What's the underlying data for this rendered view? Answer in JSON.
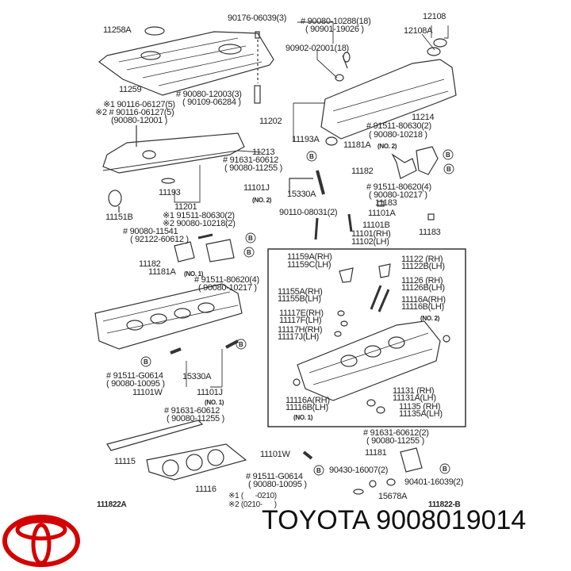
{
  "brand": {
    "name": "TOYOTA",
    "part_number": "9008019014",
    "logo_color": "#d40000"
  },
  "diagram": {
    "codes": {
      "left": "111822A",
      "right": "111822-B"
    },
    "legend": {
      "note1": "※1 (      -0210)",
      "note2": "※2 (0210-      )"
    },
    "labels": [
      "11258A",
      "90176-06039(3)",
      "# 90080-10288(18)",
      "( 90901-19026 )",
      "12108",
      "12108A",
      "90902-02001(18)",
      "11259",
      "# 90080-12003(3)",
      "( 90109-06284 )",
      "※1 90116-06127(5)",
      "※2 # 90116-06127(5)",
      "(90080-12001 )",
      "11202",
      "11214",
      "# 91511-80630(2)",
      "( 90080-10218 )",
      "11193A",
      "11181A",
      "11213",
      "# 91631-60612",
      "( 90080-11255 )",
      "11182",
      "# 91511-80620(4)",
      "( 90080-10217 )",
      "11193",
      "11101J",
      "15330A",
      "11183",
      "11201",
      "11151B",
      "※1 91511-80630(2)",
      "※2 90080-10218(2)",
      "90110-08031(2)",
      "11101A",
      "# 90080-11541",
      "( 92122-60612 )",
      "11101B",
      "11101(RH)",
      "11102(LH)",
      "11183",
      "11182",
      "11181A",
      "# 91511-80620(4)",
      "( 90080-10217 )",
      "11159A(RH)",
      "11159C(LH)",
      "11122 (RH)",
      "11122B(LH)",
      "11126 (RH)",
      "11126B(LH)",
      "11155A(RH)",
      "11155B(LH)",
      "11116A(RH)",
      "11116B(LH)",
      "11117E(RH)",
      "11117F(LH)",
      "11117H(RH)",
      "11117J(LH)",
      "11131 (RH)",
      "11131A(LH)",
      "11116A(RH)",
      "11116B(LH)",
      "11135 (RH)",
      "11135A(LH)",
      "# 91511-G0614",
      "( 90080-10095 )",
      "11101W",
      "15330A",
      "11101J",
      "# 91631-60612",
      "( 90080-11255 )",
      "# 91631-60612(2)",
      "( 90080-11255 )",
      "11181",
      "11115",
      "11101W",
      "# 91511-G0614",
      "( 90080-10095 )",
      "90430-16007(2)",
      "90401-16039(2)",
      "11116",
      "15678A"
    ],
    "small_labels": [
      "(NO. 2)",
      "(NO. 2)",
      "(NO. 1)",
      "(NO. 2)",
      "(NO. 1)",
      "(NO. 1)"
    ],
    "marker": "B"
  }
}
